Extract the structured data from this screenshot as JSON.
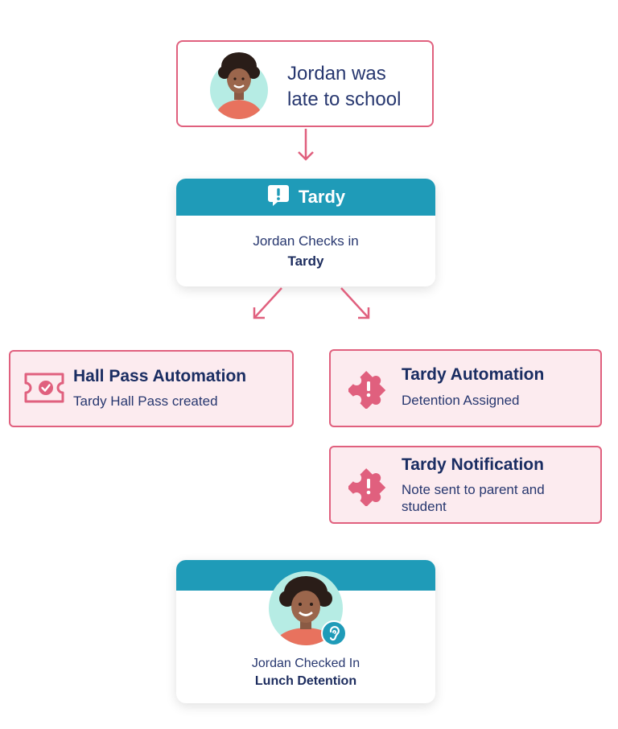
{
  "event": {
    "text_line1": "Jordan was",
    "text_line2": "late to school"
  },
  "tardy": {
    "header": "Tardy",
    "body_line1": "Jordan Checks in",
    "body_line2": "Tardy"
  },
  "automations": [
    {
      "title": "Hall Pass Automation",
      "desc_lines": [
        "Tardy Hall Pass created"
      ],
      "icon": "ticket-check-icon"
    },
    {
      "title": "Tardy Automation",
      "desc_lines": [
        "Detention Assigned"
      ],
      "icon": "puzzle-alert-icon"
    },
    {
      "title": "Tardy Notification",
      "desc_lines": [
        "Note sent to parent and",
        "student"
      ],
      "icon": "puzzle-alert-icon"
    }
  ],
  "checkin": {
    "line1": "Jordan Checked In",
    "line2": "Lunch Detention",
    "badge_icon": "ear-icon"
  },
  "colors": {
    "accent_pink": "#e0607e",
    "teal": "#1f9bb8",
    "navy": "#1a2d62",
    "pink_bg": "#fcebef"
  }
}
